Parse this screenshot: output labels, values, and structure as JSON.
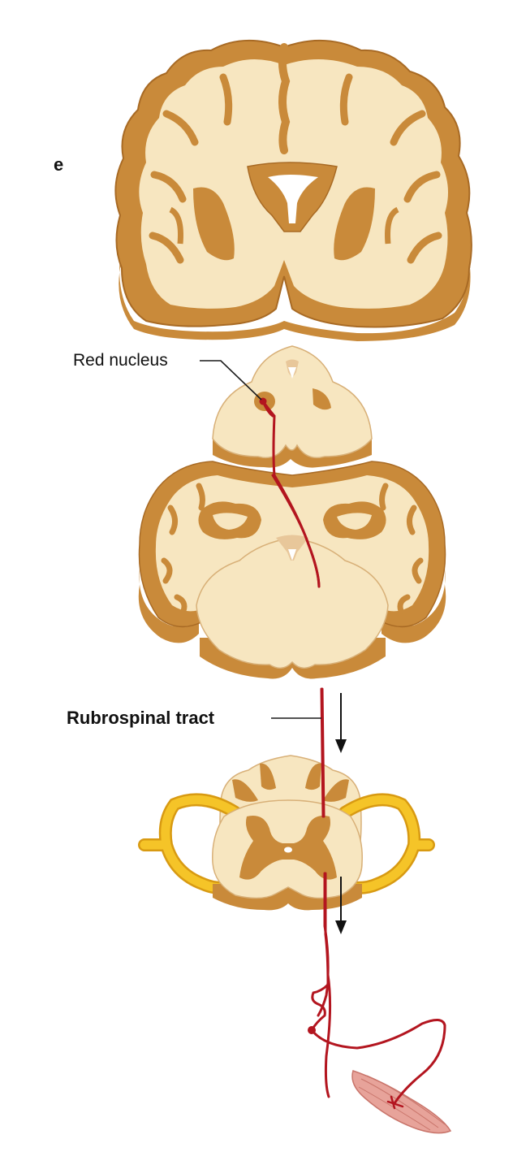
{
  "labels": {
    "cutoff_left": "e",
    "red_nucleus": "Red nucleus",
    "rubrospinal_tract": "Rubrospinal tract"
  },
  "colors": {
    "white_matter": "#f7e6c0",
    "gray_matter": "#c98a3a",
    "cut_edge": "#dcae68",
    "rim_dark": "#a86a24",
    "tract": "#b3151f",
    "nerve": "#f5c428",
    "nerve_edge": "#d89a12",
    "muscle": "#e7a39a",
    "ventricle": "#ffffff"
  },
  "icons": {
    "descending_arrow": "down-arrow-icon"
  }
}
